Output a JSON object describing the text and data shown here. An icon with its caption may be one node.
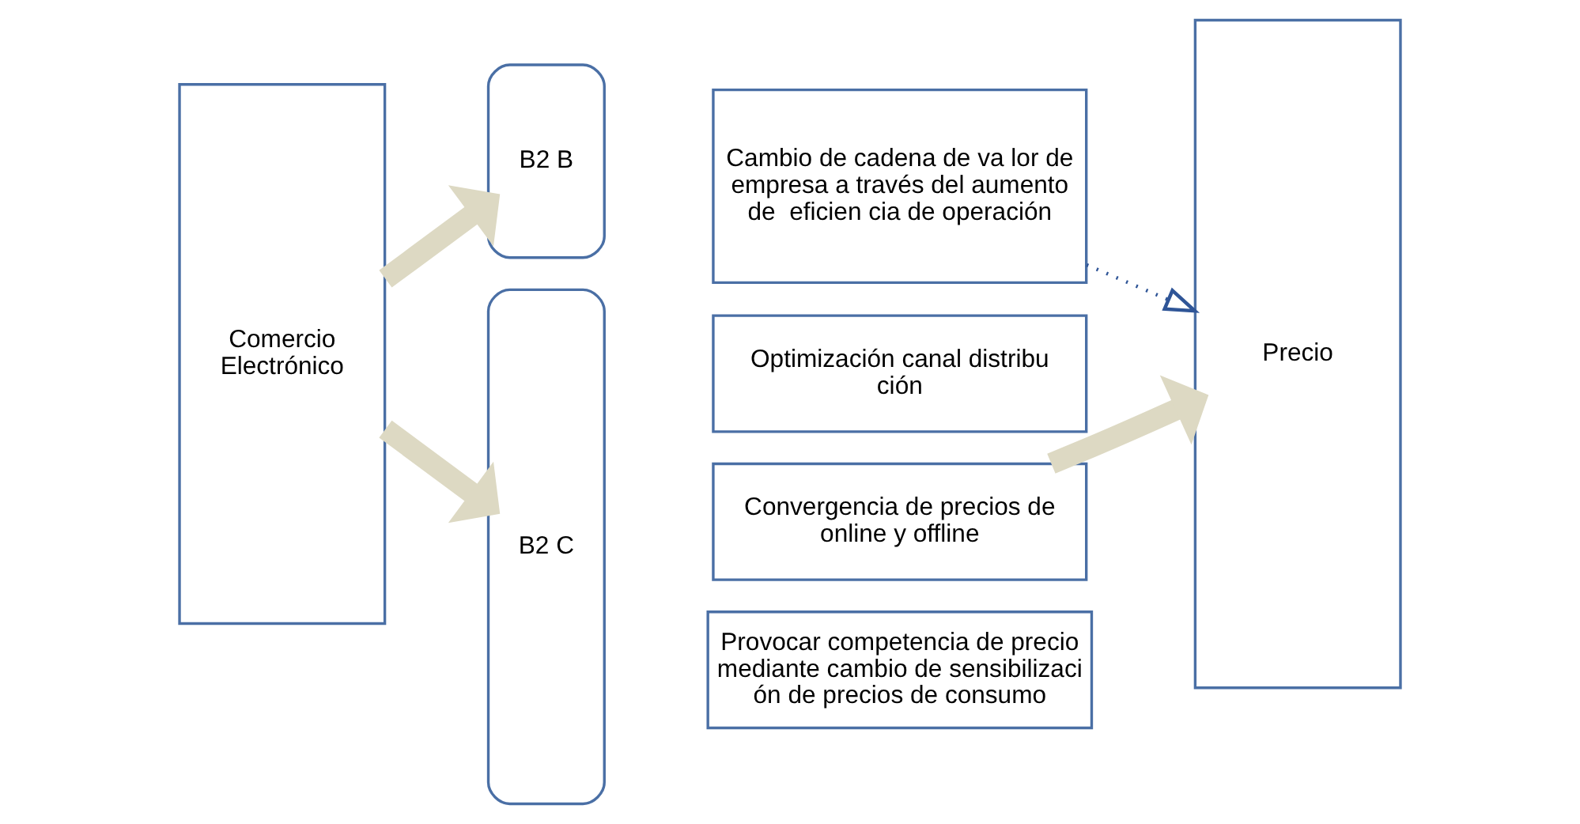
{
  "diagram": {
    "nodes": [
      {
        "text": [
          "Comercio Electrónico"
        ]
      },
      {
        "text": [
          "B2 B"
        ]
      },
      {
        "text": [
          "Cambio de cadena de va lor de empresa a través del aumento de  eficien cia de operación"
        ]
      },
      {
        "text": [
          "B2 C"
        ]
      },
      {
        "text": [
          "Optimización canal distribu ción"
        ]
      },
      {
        "text": [
          "Convergencia de precios de online y offline"
        ]
      },
      {
        "text": [
          "Provocar competencia de precio mediante cambio de sensibilizaci ón de precios de consumo"
        ]
      },
      {
        "text": [
          "Precio"
        ]
      }
    ],
    "edges": [
      {
        "from": 0,
        "to": 1,
        "arrow": "to"
      },
      {
        "from": 0,
        "to": 3,
        "arrow": "to"
      },
      {
        "from": 2,
        "to": 7,
        "arrow": "to",
        "style": "dashed",
        "color": "#2f5597"
      },
      {
        "from": 5,
        "to": 7,
        "arrow": "to"
      }
    ]
  }
}
